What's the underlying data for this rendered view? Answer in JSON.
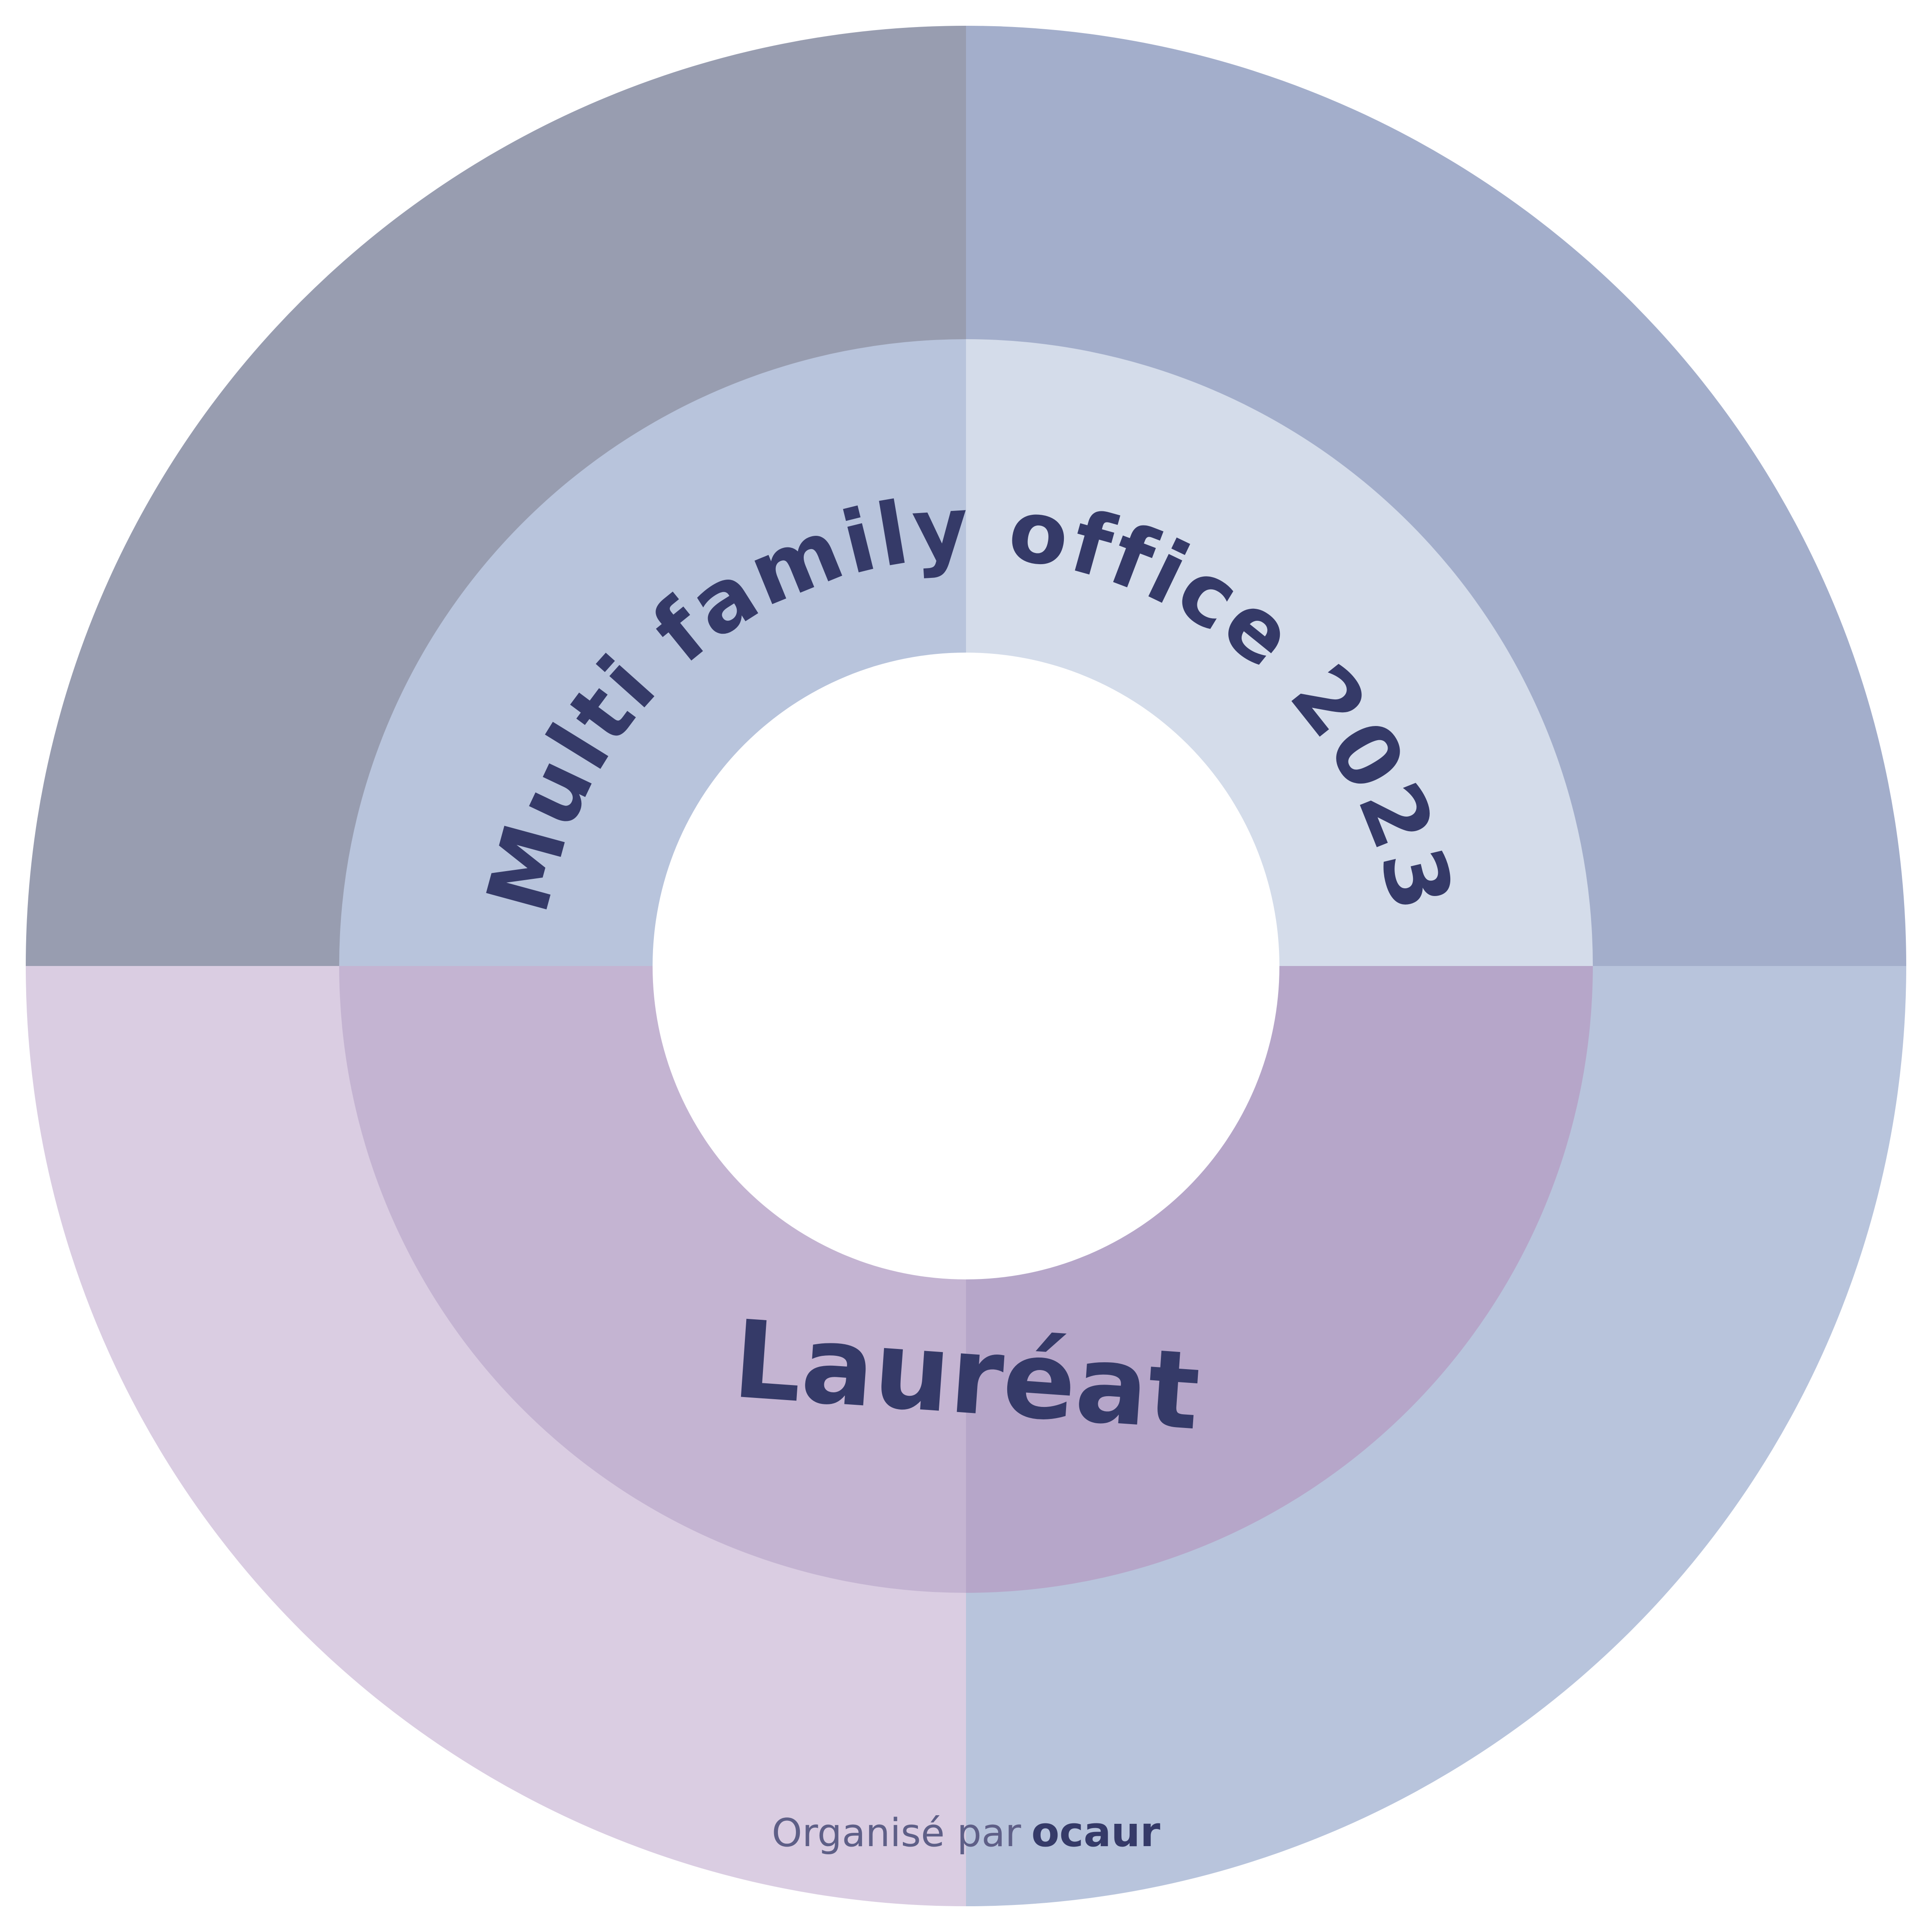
{
  "badge": {
    "award_title": "Multi family office 2023",
    "award_status": "Lauréat",
    "organizer_prefix": "Organisé par",
    "organizer_logo_text": "ocaur"
  },
  "colors": {
    "outer_top_left": "#989dB0",
    "outer_top_right": "#a3aecb",
    "outer_bottom_left": "#dacde2",
    "outer_bottom_right": "#b8c4dc",
    "inner_top_left": "#b8c4dc",
    "inner_top_right": "#d4dcea",
    "inner_bottom_left": "#c4b4d2",
    "inner_bottom_right": "#b6a6c9",
    "center": "#ffffff",
    "text_primary": "#353a68",
    "text_secondary": "#5e5f87"
  }
}
